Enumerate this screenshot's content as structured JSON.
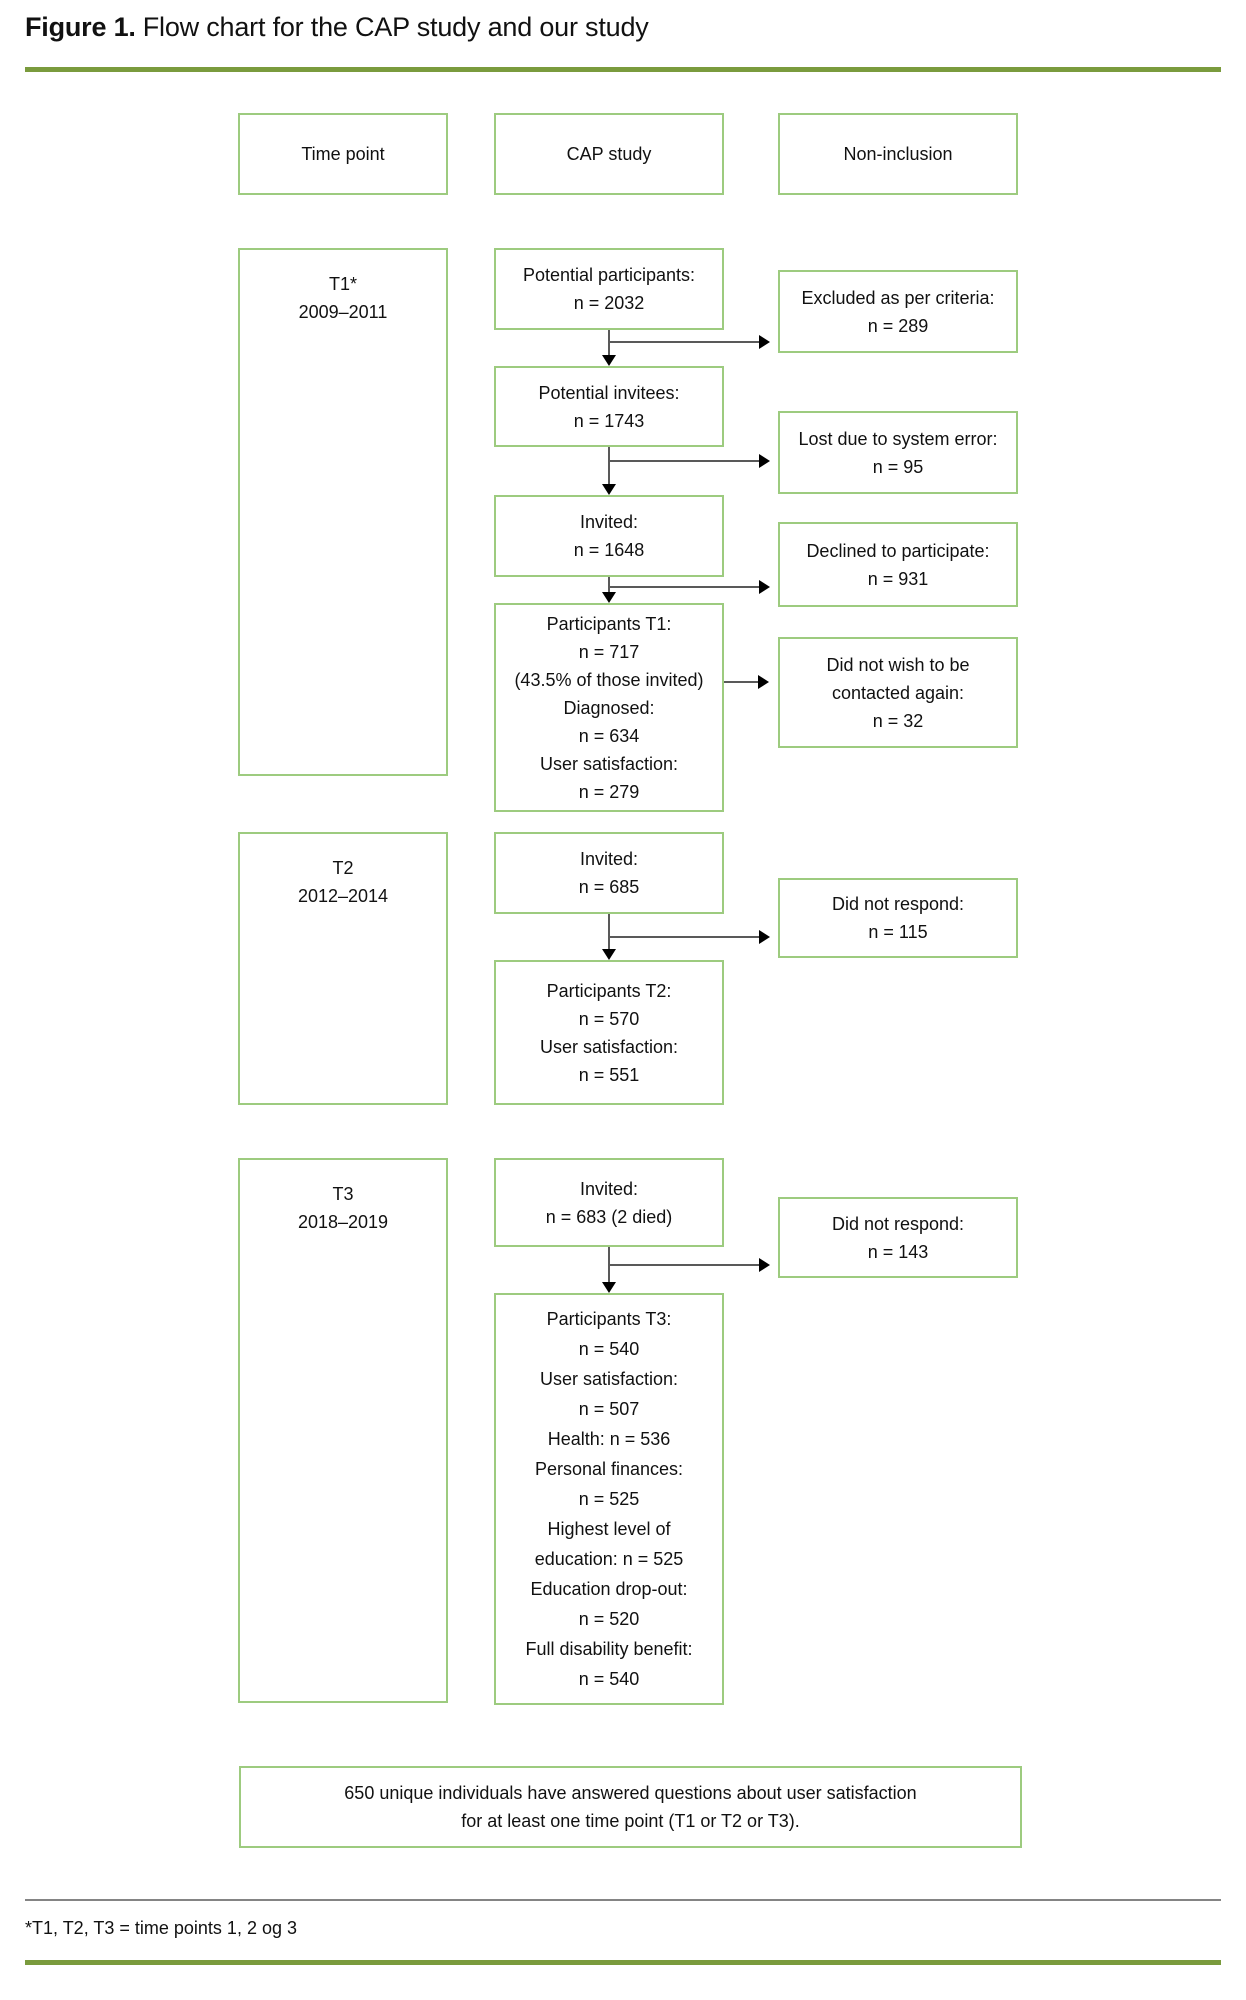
{
  "title": {
    "prefix": "Figure 1.",
    "text": "Flow chart for the CAP study and our study"
  },
  "headers": {
    "timepoint": "Time point",
    "cap": "CAP study",
    "noninclusion": "Non-inclusion"
  },
  "timepoints": {
    "t1": [
      "T1*",
      "2009–2011"
    ],
    "t2": [
      "T2",
      "2012–2014"
    ],
    "t3": [
      "T3",
      "2018–2019"
    ]
  },
  "cap": {
    "potential_participants": [
      "Potential participants:",
      "n = 2032"
    ],
    "potential_invitees": [
      "Potential invitees:",
      "n = 1743"
    ],
    "invited_t1": [
      "Invited:",
      "n = 1648"
    ],
    "participants_t1": [
      "Participants T1:",
      "n = 717",
      "(43.5% of those invited)",
      "Diagnosed:",
      "n = 634",
      "User satisfaction:",
      "n = 279"
    ],
    "invited_t2": [
      "Invited:",
      "n = 685"
    ],
    "participants_t2": [
      "Participants T2:",
      "n = 570",
      "User satisfaction:",
      "n = 551"
    ],
    "invited_t3": [
      "Invited:",
      "n = 683 (2 died)"
    ],
    "participants_t3": [
      "Participants T3:",
      "n = 540",
      "User satisfaction:",
      "n = 507",
      "Health: n = 536",
      "Personal finances:",
      "n = 525",
      "Highest level of",
      "education: n = 525",
      "Education drop-out:",
      "n = 520",
      "Full disability benefit:",
      "n = 540"
    ]
  },
  "noninclusion": {
    "excluded": [
      "Excluded as per criteria:",
      "n = 289"
    ],
    "lost": [
      "Lost due to system error:",
      "n = 95"
    ],
    "declined": [
      "Declined to participate:",
      "n = 931"
    ],
    "no_contact": [
      "Did not wish to be",
      "contacted again:",
      "n = 32"
    ],
    "no_respond_t2": [
      "Did not respond:",
      "n = 115"
    ],
    "no_respond_t3": [
      "Did not respond:",
      "n = 143"
    ]
  },
  "summary": [
    "650 unique individuals have answered questions about user satisfaction",
    "for at least one time point (T1 or T2 or T3)."
  ],
  "footnote": "*T1, T2, T3 = time points 1, 2 og 3",
  "colors": {
    "box_border": "#9dcb7f",
    "rule_green": "#7a9b3d",
    "rule_gray": "#848484",
    "arrow_line": "#595959",
    "arrow_head": "#000000"
  }
}
